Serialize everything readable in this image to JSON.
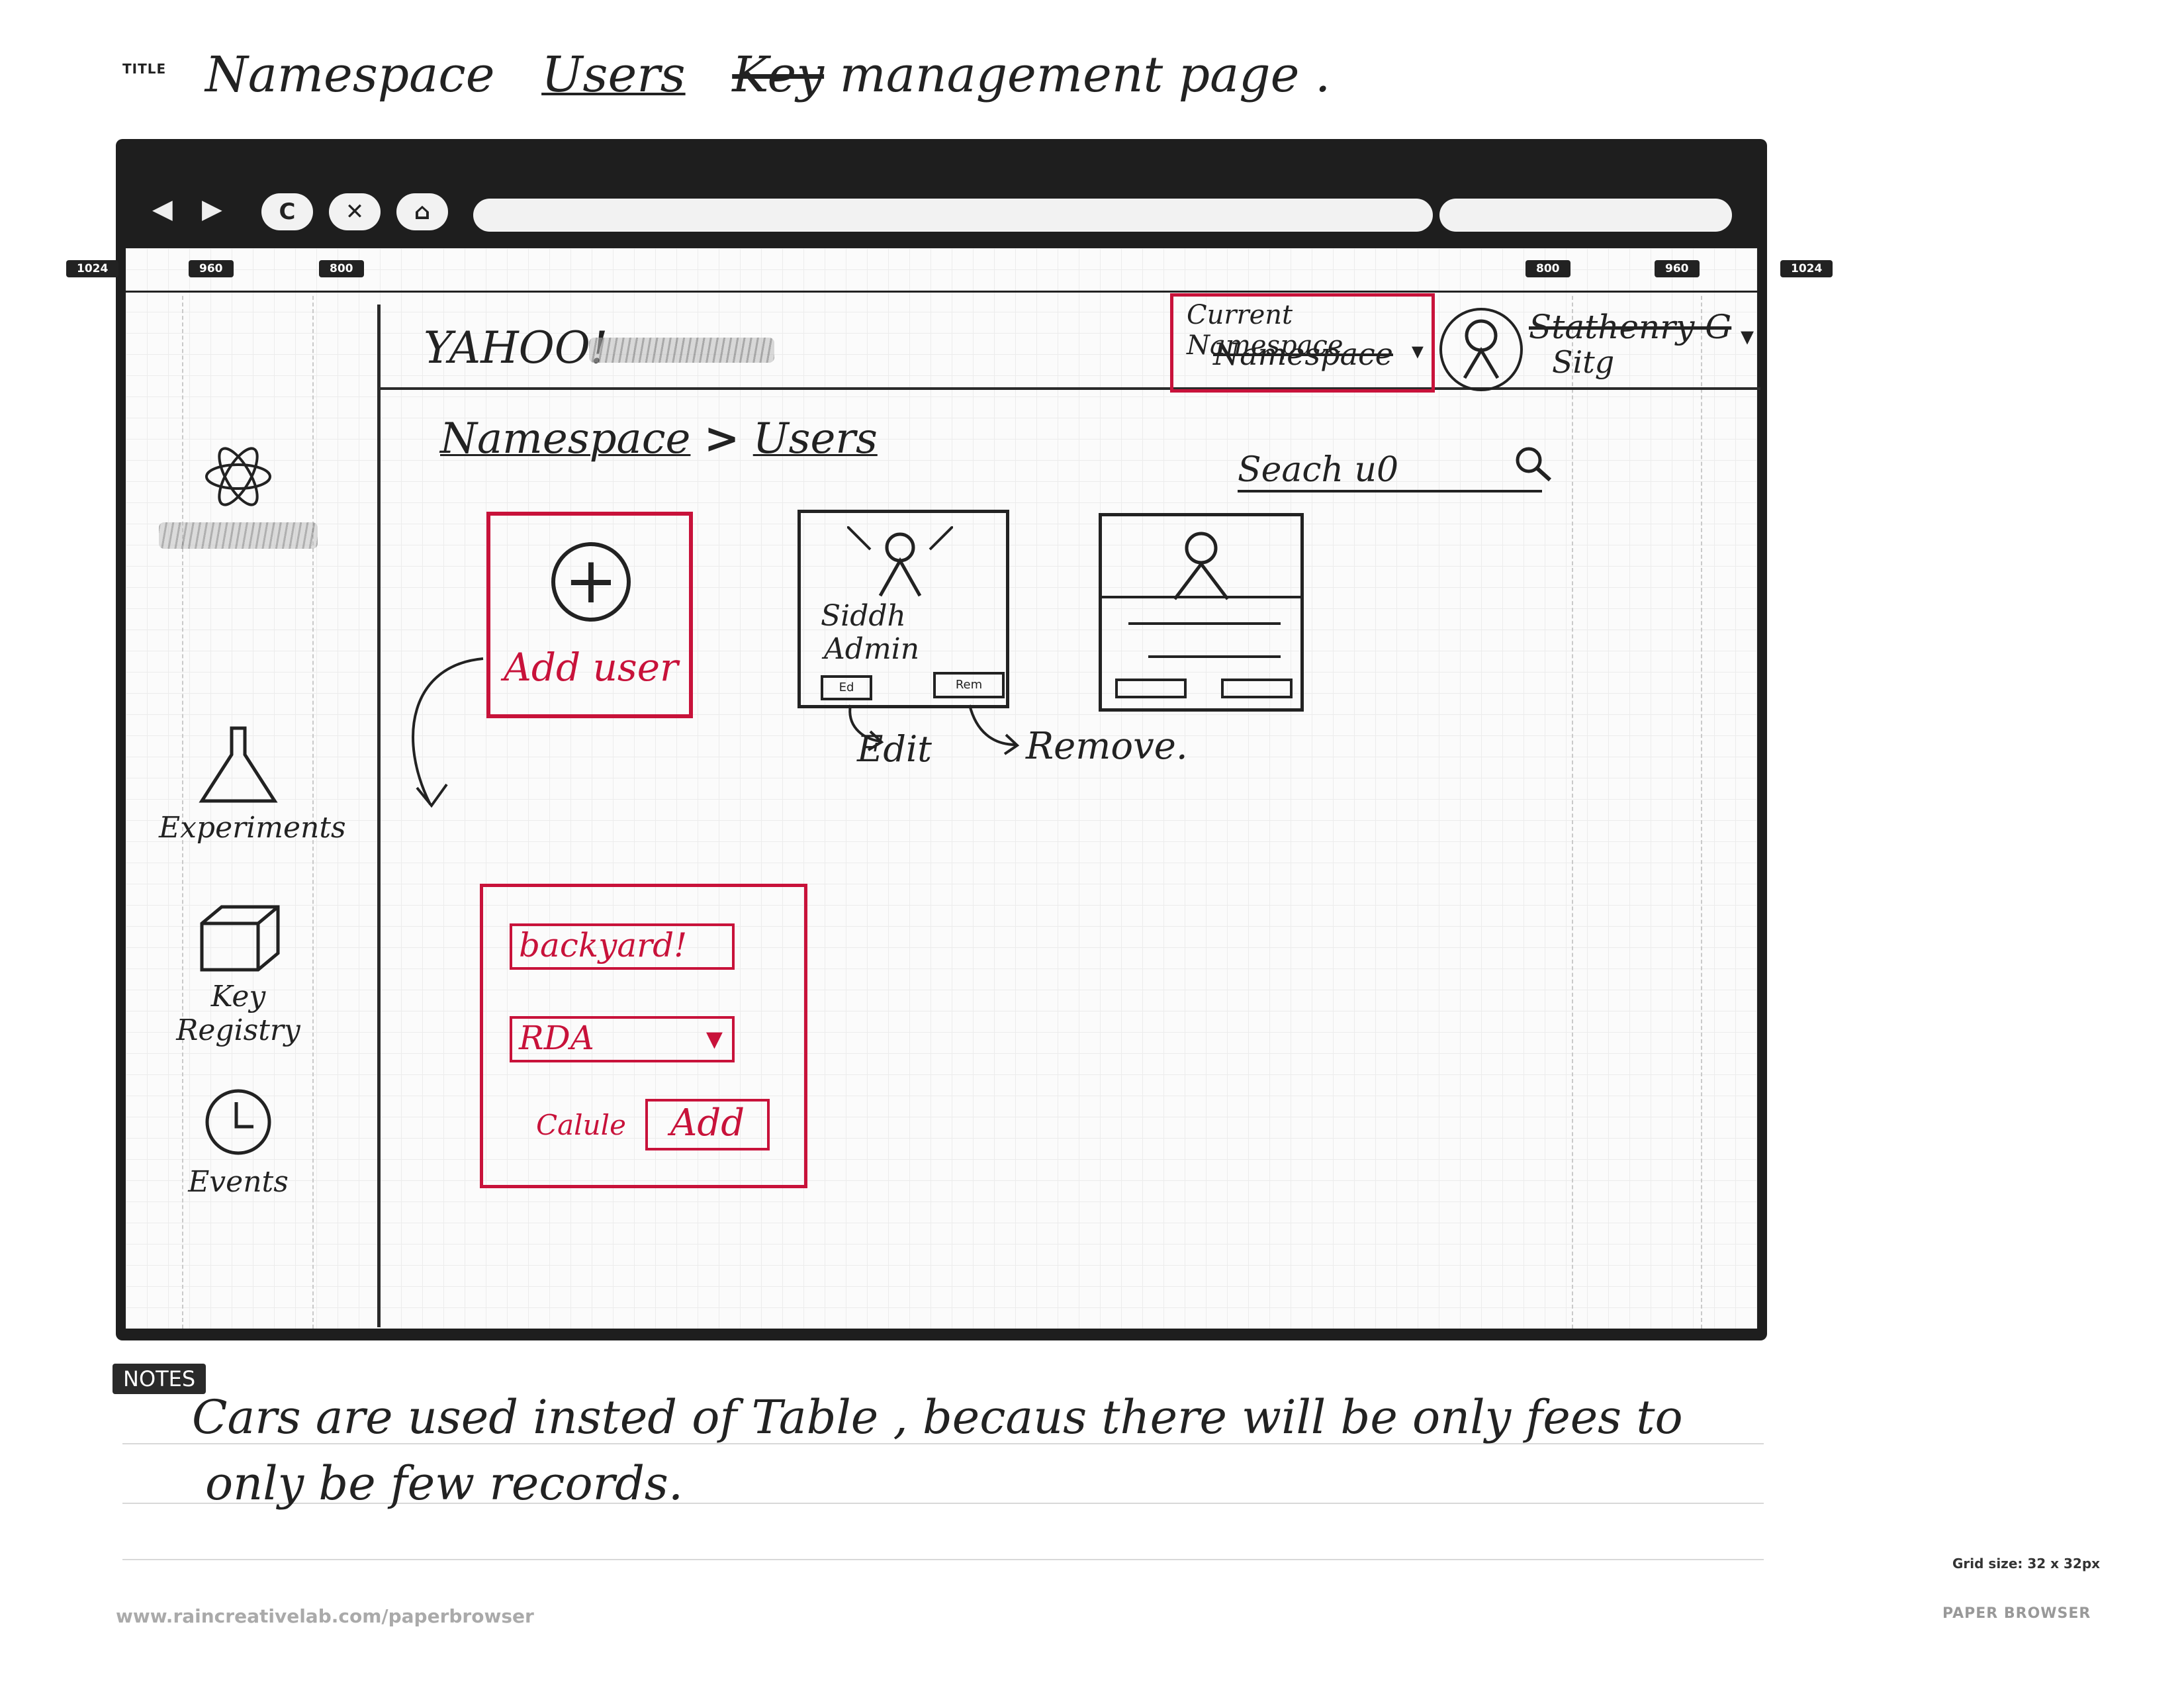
{
  "title": {
    "tag": "TITLE",
    "text_prefix": "Namespace",
    "text_underlined": "Users",
    "text_struck": "Key",
    "text_suffix": "management page ."
  },
  "browser": {
    "back_icon": "◀",
    "forward_icon": "▶",
    "refresh_icon": "C",
    "stop_icon": "✕",
    "home_icon": "⌂",
    "rulers": [
      "1024",
      "960",
      "800",
      "800",
      "960",
      "1024"
    ]
  },
  "header": {
    "logo": "YAHOO!",
    "namespace_label": "Current Namespace",
    "namespace_value": "Namespace",
    "namespace_caret": "▾",
    "user_name": "Stathenry G",
    "user_sub": "Sitg",
    "user_caret": "▾"
  },
  "breadcrumb": {
    "root": "Namespace",
    "separator": ">",
    "current": "Users"
  },
  "search": {
    "placeholder": "Seach u0"
  },
  "sidebar": {
    "items": [
      {
        "label": "Experiments",
        "icon": "flask-icon"
      },
      {
        "label": "Key Registry",
        "icon": "box-icon"
      },
      {
        "label": "Events",
        "icon": "clock-icon"
      }
    ]
  },
  "cards": {
    "add_label": "Add user",
    "add_symbol": "+",
    "user_name": "Siddh",
    "user_role": "Admin",
    "edit_label": "Ed",
    "remove_label": "Rem"
  },
  "annotations": {
    "edit": "Edit",
    "remove": "Remove."
  },
  "add_form": {
    "name_value": "backyard!",
    "role_value": "RDA",
    "role_caret": "▾",
    "cancel_label": "Calule",
    "add_label": "Add"
  },
  "notes": {
    "tag": "NOTES",
    "line1": "Cars are used insted of Table , becaus there will be only fees to",
    "line2": "only be few records."
  },
  "footer": {
    "grid_size": "Grid size: 32 x 32px",
    "brand": "PAPER BROWSER",
    "url": "www.raincreativelab.com/paperbrowser"
  },
  "colors": {
    "ink": "#222222",
    "accent_red": "#c8123a",
    "frame": "#1e1e1e"
  }
}
